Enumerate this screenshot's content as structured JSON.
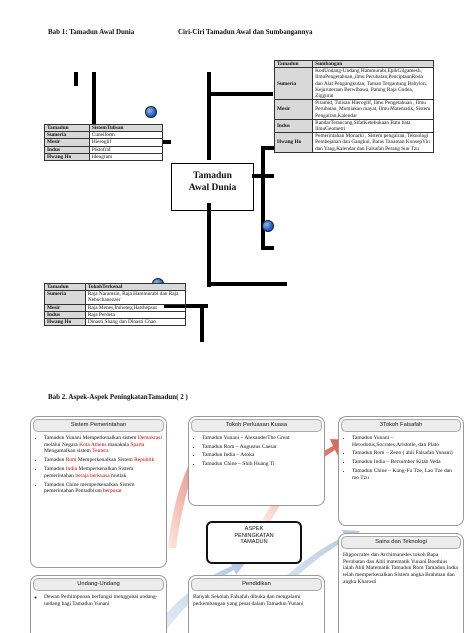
{
  "bab1": {
    "title": "Bab 1: Tamadun Awal Dunia",
    "subtitle": "Ciri-Ciri Tamadun Awal dan Sumbangannya",
    "center": [
      "Tamadun",
      "Awal Dunia"
    ],
    "tulisan_table": {
      "headers": [
        "Tamadun",
        "SistemTulisan"
      ],
      "rows": [
        [
          "Sumeria",
          "Cuneiform"
        ],
        [
          "Mesir",
          "Hieroglif"
        ],
        [
          "Indus",
          "Piktofraf"
        ],
        [
          "Hwang Ho",
          "Ideogram"
        ]
      ]
    },
    "tokoh_table": {
      "headers": [
        "Tamadun",
        "TokohTerkenal"
      ],
      "rows": [
        [
          "Sumeria",
          "Raja Naramsin, Raja Hammurabi dan Raja Nebuchanezzer"
        ],
        [
          "Mesir",
          "Raja Menes,Imhotep,Hatshepsut"
        ],
        [
          "Indus",
          "Raja Perdeta"
        ],
        [
          "Hwang Ho",
          "Dinasti Shang dan Dinasti Chao"
        ]
      ]
    },
    "sumbangan_table": {
      "headers": [
        "Tamadun",
        "Sumbangan"
      ],
      "rows": [
        [
          "Sumeria",
          "KodUndang-Undang Hammurabi,EpikGilgamesh, IlmuPengetahuan,,ilmu Perubatan,PenciptaanRoda dan Alat Pengangkutan, Taman Tergantung Babylon, Kejuruteraan Berwibawa, Patung Raja Gudea, Ziggurat"
        ],
        [
          "Mesir",
          "Piramid, Tulisan Hieroglif, Ilmu Pengetahuan , Ilmu Perubatan, Mumiakan mayat, Ilmu Matematik, Sistem Pengairan,Kalendar"
        ],
        [
          "Indus",
          "BandarTerancang,SifatKetebukaan Batu bata IlmuGeometri"
        ],
        [
          "Hwang Ho",
          "Pemerintahan Monarki , Sistem pengairan, Teknologi Pembejahan dan Gangkul, Batas Tanaman KonsepYin dan Yang,Kalendar dan Falsafah Perang Sun Tzu"
        ]
      ]
    }
  },
  "bab2": {
    "title": "Bab 2. Aspek-Aspek PeningkatanTamadun( 2 )",
    "center": [
      "ASPEK",
      "PENINGKATAN",
      "TAMADUN"
    ],
    "cards": {
      "pemerintahan": {
        "header": "Sistem Pemerintahan",
        "items": [
          [
            [
              "Tamadun Yunani Memperkenalkan sistem ",
              ""
            ],
            [
              "Demokrasi",
              "red"
            ],
            [
              " melalui Negara ",
              ""
            ],
            [
              "Kota Athens",
              "red"
            ],
            [
              " manakala ",
              ""
            ],
            [
              "Sparta",
              "red"
            ],
            [
              " Mengamalkan sistem ",
              ""
            ],
            [
              "Tentera",
              "red"
            ]
          ],
          [
            [
              "Tamadun ",
              ""
            ],
            [
              "Rom",
              "red"
            ],
            [
              " Memperkenalkan Sistem ",
              ""
            ],
            [
              "Republik",
              "red"
            ]
          ],
          [
            [
              "Tamadun ",
              ""
            ],
            [
              "India",
              "red"
            ],
            [
              " Memperkenalkan Sistem pemerintahan ",
              ""
            ],
            [
              "beraja berkuasa",
              "red"
            ],
            [
              " mutlak",
              ""
            ]
          ],
          [
            [
              "Tamadun Chine memperkenalkan Sistem pemerintahan Pentadbiran ",
              ""
            ],
            [
              "berpusat",
              "red"
            ]
          ]
        ]
      },
      "tokoh": {
        "header": "Tokoh Perluasan Kuasa",
        "items": [
          "Tamadun Yunani – AlexanderThe Great",
          "Tamadun Rom – Augustus Caesar",
          "Tamadun India – Asoka",
          "Tamadun Chine – Shih Huang Ti"
        ]
      },
      "falsafah": {
        "header": "3Tokoh Falsafah",
        "items": [
          "Tamadun Yunani – Herodotus,Socrates,Aristotle, dan Plato",
          "Tamadun Rom – Zeno ( ahli Falsafah Yunani)",
          "Tamadun India – Bersumber Kitab Veda",
          "Tamadun Chine – Kung-Fu Tze, Lao Tze dan mo Tzu"
        ]
      },
      "sains": {
        "header": "Sains dan Teknologi",
        "text": "Hippocrates dan Archimanedes tokoh Bapa Perubatan dan Ahli matematik Yunani Boethius ialah Ahli Matematik Tamadun Rom Tamadun India telah memperkenalkan Sistem angka Brahman dan angka Kharosti"
      },
      "undang": {
        "header": "Undang-Undang",
        "items": [
          "Dewan Perhimpunan berfungsi menggubal undang-undang bagi Tamadun Yunani"
        ]
      },
      "pendidikan": {
        "header": "Pendidikan",
        "text": "Banyak Sekolah Falsafah dibuka dan mengalami perkembangan yang pesat dalam Tamadun Yunani"
      }
    }
  }
}
